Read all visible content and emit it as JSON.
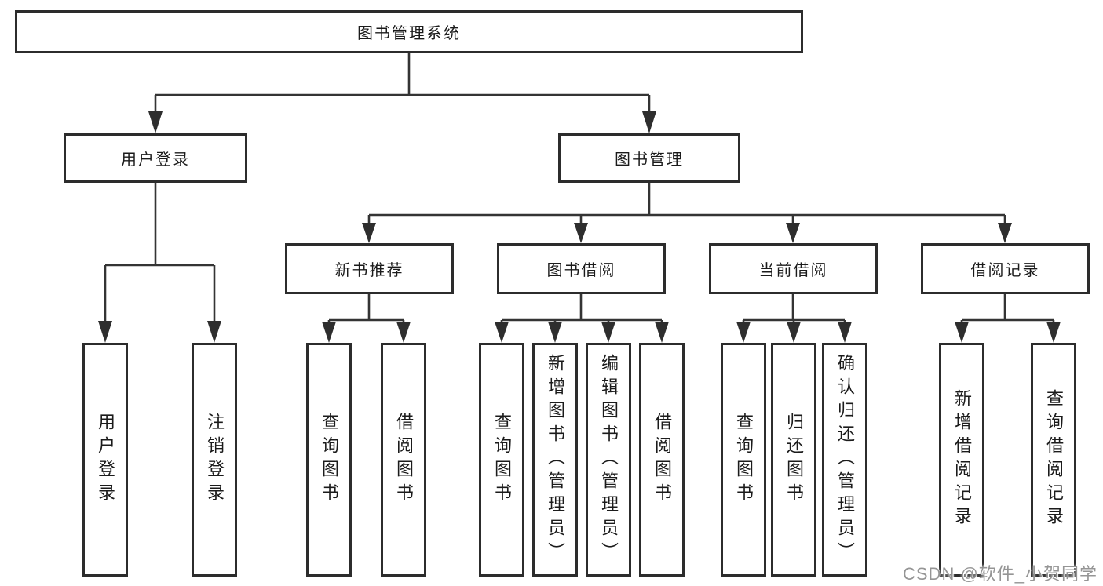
{
  "diagram": {
    "root": {
      "label": "图书管理系统"
    },
    "branches": [
      {
        "label": "用户登录",
        "children": [
          {
            "label": "用户登录"
          },
          {
            "label": "注销登录"
          }
        ]
      },
      {
        "label": "图书管理",
        "groups": [
          {
            "label": "新书推荐",
            "children": [
              {
                "label": "查询图书"
              },
              {
                "label": "借阅图书"
              }
            ]
          },
          {
            "label": "图书借阅",
            "children": [
              {
                "label": "查询图书"
              },
              {
                "label": "新增图书（管理员）"
              },
              {
                "label": "编辑图书（管理员）"
              },
              {
                "label": "借阅图书"
              }
            ]
          },
          {
            "label": "当前借阅",
            "children": [
              {
                "label": "查询图书"
              },
              {
                "label": "归还图书"
              },
              {
                "label": "确认归还（管理员）"
              }
            ]
          },
          {
            "label": "借阅记录",
            "children": [
              {
                "label": "新增借阅记录"
              },
              {
                "label": "查询借阅记录"
              }
            ]
          }
        ]
      }
    ]
  },
  "watermark": {
    "text": "CSDN @软件_小贺同学"
  },
  "colors": {
    "line": "#343434",
    "box_border": "#2c2c2c",
    "text": "#1b1b1b",
    "watermark_gray": "#8c8c8c",
    "background": "#ffffff"
  }
}
